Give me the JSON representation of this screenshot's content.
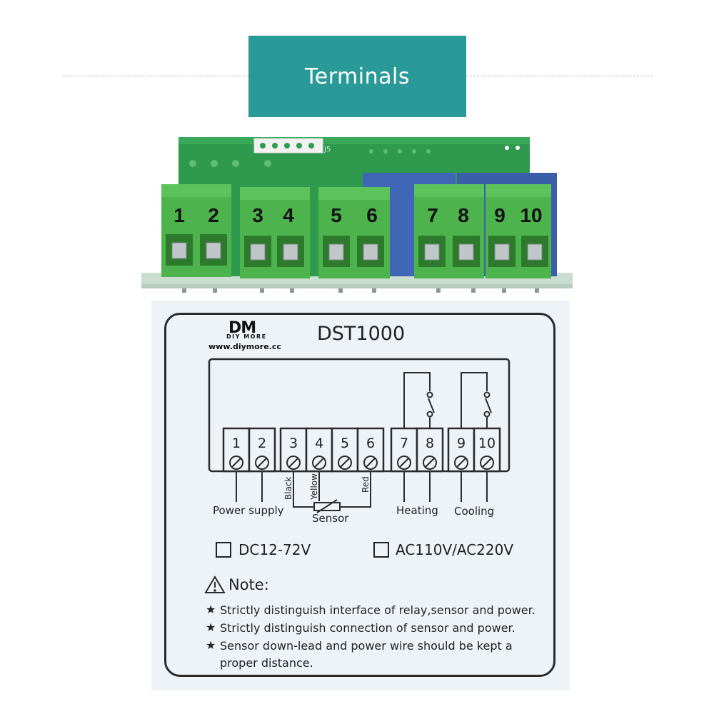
{
  "banner": {
    "title": "Terminals"
  },
  "board": {
    "terminal_numbers": [
      "1",
      "2",
      "3",
      "4",
      "5",
      "6",
      "7",
      "8",
      "9",
      "10"
    ],
    "silkscreen": "J5"
  },
  "label": {
    "logo_mark": "DM",
    "logo_sub": "DIY MORE",
    "logo_url": "www.diymore.cc",
    "model": "DST1000",
    "terminals": [
      "1",
      "2",
      "3",
      "4",
      "5",
      "6",
      "7",
      "8",
      "9",
      "10"
    ],
    "wire_colors": {
      "black": "Black",
      "yellow": "Yellow",
      "red": "Red"
    },
    "groups": {
      "power": "Power supply",
      "sensor": "Sensor",
      "heating": "Heating",
      "cooling": "Cooling"
    },
    "voltage_options": [
      "DC12-72V",
      "AC110V/AC220V"
    ],
    "note_title": "Note:",
    "notes": [
      "Strictly distinguish interface of relay,sensor and power.",
      "Strictly distinguish connection of sensor and power.",
      "Sensor down-lead and power wire should be kept a"
    ],
    "note_continuation": "proper distance.",
    "bullet": "★"
  },
  "colors": {
    "banner": "#2a9a98",
    "pcb": "#2f9a4e",
    "terminal_block": "#4db34d",
    "relay": "#3f67b5",
    "label_bg": "#eef3f8"
  }
}
